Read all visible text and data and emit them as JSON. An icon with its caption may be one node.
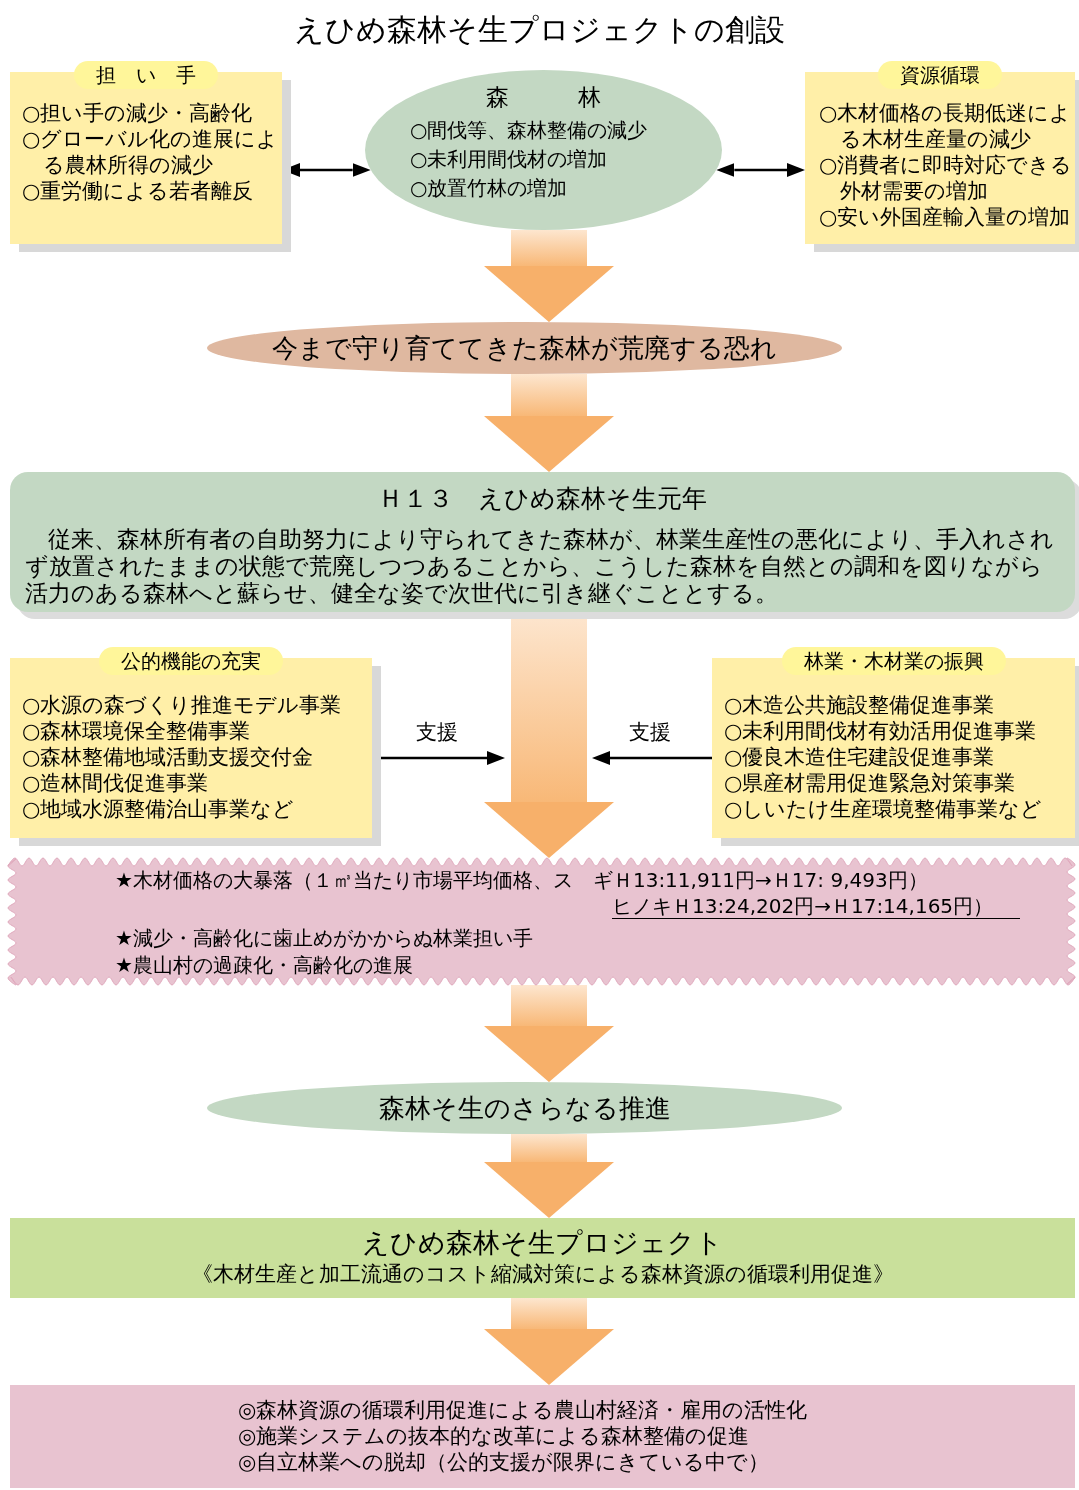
{
  "diagram": {
    "title": "えひめ森林そ生プロジェクトの創設",
    "nodes": [
      {
        "text": [
          "担　い　手",
          "○担い手の減少・高齢化",
          "○グローバル化の進展による農林所得の減少",
          "○重労働による若者離反"
        ]
      },
      {
        "text": [
          "森　　　林",
          "○間伐等、森林整備の減少",
          "○未利用間伐材の増加",
          "○放置竹林の増加"
        ]
      },
      {
        "text": [
          "資源循環",
          "○木材価格の長期低迷による木材生産量の減少",
          "○消費者に即時対応できる外材需要の増加",
          "○安い外国産輸入量の増加"
        ]
      },
      {
        "text": [
          "今まで守り育ててきた森林が荒廃する恐れ"
        ]
      },
      {
        "text": [
          "Ｈ１３　えひめ森林そ生元年",
          "従来、森林所有者の自助努力により守られてきた森林が、林業生産性の悪化により、手入れされず放置されたままの状態で荒廃しつつあることから、こうした森林を自然との調和を図りながら活力のある森林へと蘇らせ、健全な姿で次世代に引き継ぐこととする。"
        ]
      },
      {
        "text": [
          "公的機能の充実",
          "○水源の森づくり推進モデル事業",
          "○森林環境保全整備事業",
          "○森林整備地域活動支援交付金",
          "○造林間伐促進事業",
          "○地域水源整備治山事業など"
        ]
      },
      {
        "text": [
          "林業・木材業の振興",
          "○木造公共施設整備促進事業",
          "○未利用間伐材有効活用促進事業",
          "○優良木造住宅建設促進事業",
          "○県産材需用促進緊急対策事業",
          "○しいたけ生産環境整備事業など"
        ]
      },
      {
        "text": [
          "★木材価格の大暴落（１㎥当たり市場平均価格、ス　ギＨ13:11,911円→Ｈ17: 9,493円）",
          "ヒノキＨ13:24,202円→Ｈ17:14,165円）",
          "★減少・高齢化に歯止めがかからぬ林業担い手",
          "★農山村の過疎化・高齢化の進展"
        ]
      },
      {
        "text": [
          "森林そ生のさらなる推進"
        ]
      },
      {
        "text": [
          "えひめ森林そ生プロジェクト",
          "《木材生産と加工流通のコスト縮減対策による森林資源の循環利用促進》"
        ]
      },
      {
        "text": [
          "◎森林資源の循環利用促進による農山村経済・雇用の活性化",
          "◎施業システムの抜本的な改革による森林整備の促進",
          "◎自立林業への脱却（公的支援が限界にきている中で）"
        ]
      }
    ],
    "edges": [
      {
        "from": 0,
        "to": 1,
        "arrow": "both",
        "color": "#000000"
      },
      {
        "from": 1,
        "to": 2,
        "arrow": "both",
        "color": "#000000"
      },
      {
        "from": 1,
        "to": 3,
        "arrow": "to"
      },
      {
        "from": 3,
        "to": 4,
        "arrow": "to"
      },
      {
        "from": 4,
        "to": 7,
        "arrow": "to"
      },
      {
        "from": 5,
        "to": null,
        "arrow": "to",
        "label": "支援",
        "color": "#000000"
      },
      {
        "from": 6,
        "to": null,
        "arrow": "to",
        "label": "支援",
        "color": "#000000"
      },
      {
        "from": 7,
        "to": 8,
        "arrow": "to"
      },
      {
        "from": 8,
        "to": 9,
        "arrow": "to"
      },
      {
        "from": 9,
        "to": 10,
        "arrow": "to"
      }
    ]
  }
}
